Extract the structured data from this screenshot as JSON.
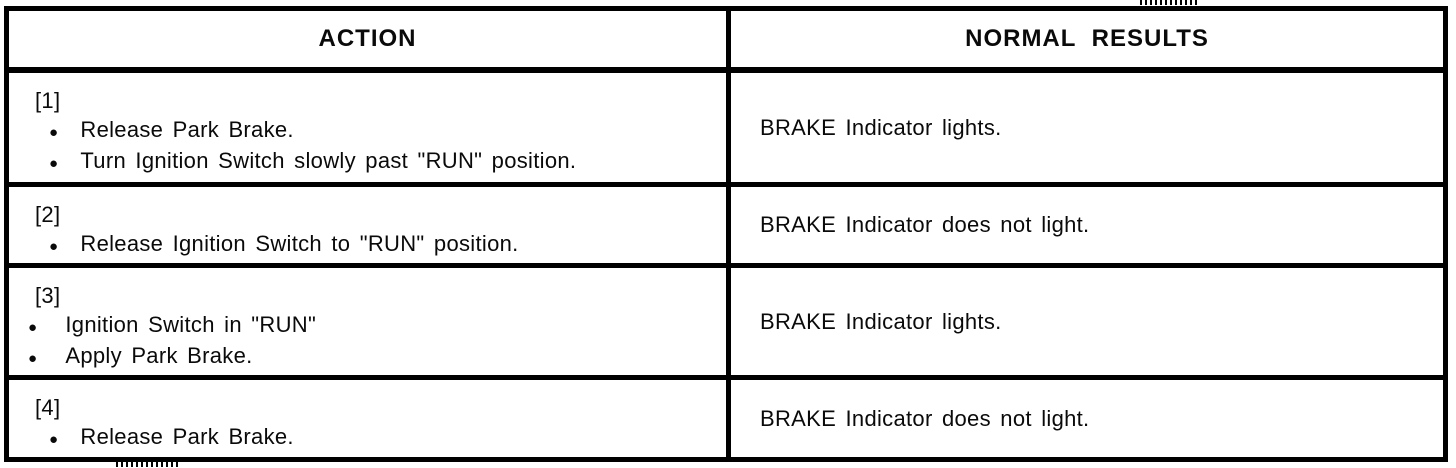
{
  "bullet": "●",
  "colors": {
    "ink": "#0a0a0a",
    "paper": "#ffffff"
  },
  "table": {
    "headers": {
      "action": "ACTION",
      "results": "NORMAL RESULTS"
    },
    "rows": [
      {
        "step": "[1]",
        "actions": [
          "Release Park Brake.",
          "Turn Ignition Switch slowly past \"RUN\" position."
        ],
        "result": "BRAKE Indicator lights."
      },
      {
        "step": "[2]",
        "actions": [
          "Release Ignition Switch to \"RUN\" position."
        ],
        "result": "BRAKE Indicator does not light."
      },
      {
        "step": "[3]",
        "actions": [
          "Ignition Switch in \"RUN\"",
          "Apply Park Brake."
        ],
        "result": "BRAKE Indicator lights."
      },
      {
        "step": "[4]",
        "actions": [
          "Release Park Brake."
        ],
        "result": "BRAKE Indicator does not light."
      }
    ]
  }
}
